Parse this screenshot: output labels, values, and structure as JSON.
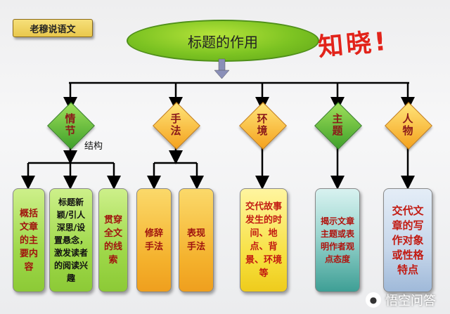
{
  "badge": "老穆说语文",
  "root": "标题的作用",
  "brand": "知晓!",
  "branches": [
    {
      "label": "情节",
      "note": "结构"
    },
    {
      "label": "手法"
    },
    {
      "label": "环境"
    },
    {
      "label": "主题"
    },
    {
      "label": "人物"
    }
  ],
  "boxes": [
    "概括文章的主要内容",
    "标题新颖/引人深思/设置悬念，激发读者的阅读兴趣",
    "贯穿全文的线索",
    "修辞手法",
    "表现手法",
    "交代故事发生的时间、地点、背景、环境等",
    "揭示文章主题或表明作者观点态度",
    "交代文章的写作对象或性格特点"
  ],
  "watermark": {
    "text": "悟空问答",
    "icon": "wukong-icon"
  },
  "colors": {
    "green": "#7cc322",
    "orange": "#f4a21e",
    "yellow": "#f6de3a",
    "teal": "#3e9f95",
    "blue": "#c6d6ea",
    "red": "#e2231a"
  }
}
